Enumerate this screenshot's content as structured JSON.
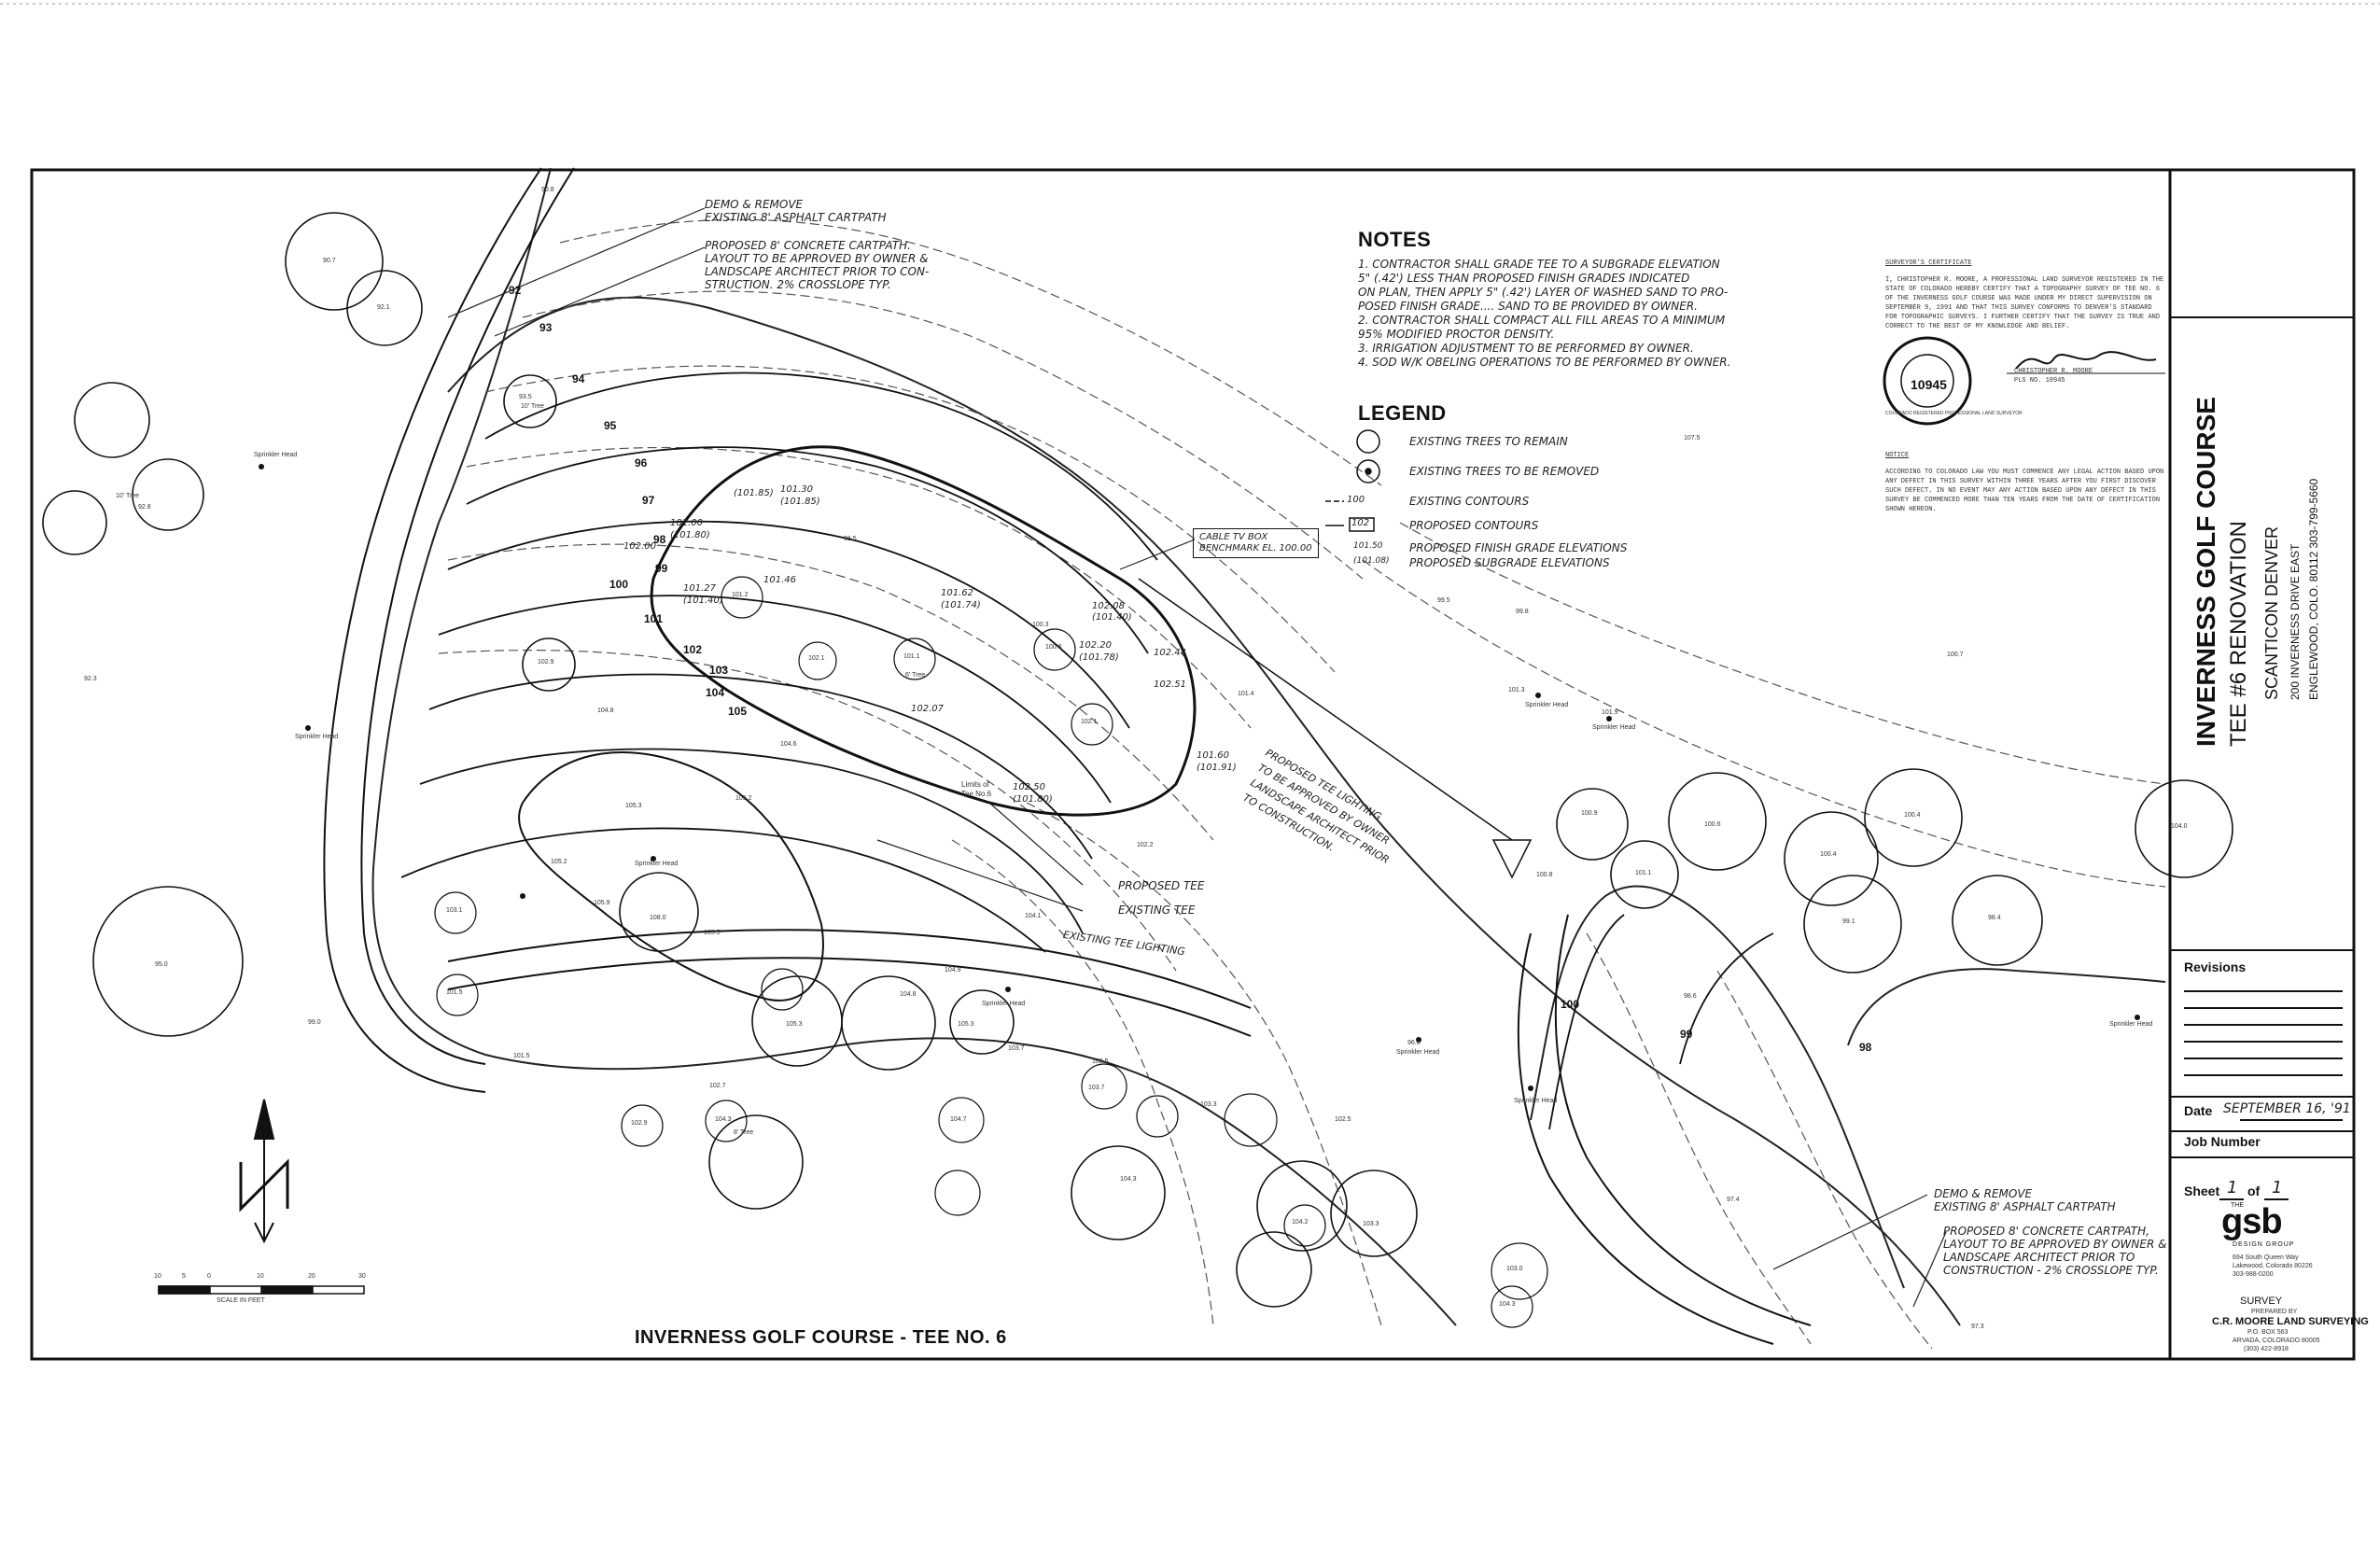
{
  "drawing_title": "INVERNESS GOLF COURSE - TEE NO. 6",
  "project": {
    "name": "INVERNESS GOLF COURSE",
    "subtitle": "TEE #6 RENOVATION",
    "client": "SCANTICON DENVER",
    "address": "200 INVERNESS DRIVE EAST",
    "city_phone": "ENGLEWOOD, COLO. 80112   303-799-5660"
  },
  "notes": {
    "heading": "NOTES",
    "items": [
      "1. CONTRACTOR SHALL GRADE TEE TO A SUBGRADE ELEVATION",
      "   5\" (.42') LESS THAN PROPOSED FINISH GRADES INDICATED",
      "   ON PLAN, THEN APPLY 5\" (.42') LAYER OF WASHED SAND TO PRO-",
      "   POSED FINISH GRADE.... SAND TO BE PROVIDED BY OWNER.",
      "2. CONTRACTOR SHALL COMPACT ALL FILL AREAS TO A MINIMUM",
      "   95% MODIFIED PROCTOR DENSITY.",
      "3. IRRIGATION ADJUSTMENT TO BE PERFORMED BY OWNER.",
      "4. SOD W/K OBELING OPERATIONS TO BE PERFORMED BY OWNER."
    ]
  },
  "legend": {
    "heading": "LEGEND",
    "items": [
      "EXISTING TREES TO REMAIN",
      "EXISTING TREES TO BE REMOVED",
      "EXISTING CONTOURS",
      "PROPOSED CONTOURS",
      "PROPOSED FINISH GRADE ELEVATIONS",
      "PROPOSED SUBGRADE ELEVATIONS"
    ],
    "symbols": [
      "100",
      "102",
      "101.50",
      "(101.08)"
    ]
  },
  "certificate": {
    "title": "SURVEYOR'S CERTIFICATE",
    "lines": [
      "I, CHRISTOPHER R. MOORE, A PROFESSIONAL LAND SURVEYOR REGISTERED IN THE",
      "STATE OF COLORADO HEREBY CERTIFY THAT A TOPOGRAPHY SURVEY OF TEE NO. 6",
      "OF THE INVERNESS GOLF COURSE WAS MADE UNDER MY DIRECT SUPERVISION ON",
      "SEPTEMBER 9, 1991 AND THAT THIS SURVEY CONFORMS TO DENVER'S STANDARD",
      "FOR TOPOGRAPHIC SURVEYS. I FURTHER CERTIFY THAT THE SURVEY IS TRUE AND",
      "CORRECT TO THE BEST OF MY KNOWLEDGE AND BELIEF."
    ],
    "seal_number": "10945",
    "seal_text": "COLORADO REGISTERED PROFESSIONAL LAND SURVEYOR",
    "signer_lines": [
      "CHRISTOPHER R. MOORE",
      "PLS NO. 10945"
    ],
    "notice_title": "NOTICE",
    "notice_lines": [
      "ACCORDING TO COLORADO LAW YOU MUST COMMENCE ANY LEGAL ACTION BASED UPON",
      "ANY DEFECT IN THIS SURVEY WITHIN THREE YEARS AFTER YOU FIRST DISCOVER",
      "SUCH DEFECT. IN NO EVENT MAY ANY ACTION BASED UPON ANY DEFECT IN THIS",
      "SURVEY BE COMMENCED MORE THAN TEN YEARS FROM THE DATE OF CERTIFICATION",
      "SHOWN HEREON."
    ]
  },
  "title_block": {
    "revisions_label": "Revisions",
    "date_label": "Date",
    "date_value": "SEPTEMBER 16, '91",
    "job_label": "Job Number",
    "sheet_label": "Sheet",
    "sheet_number": "1",
    "sheet_of": "of",
    "sheet_total": "1",
    "firm_small": "THE",
    "firm_logo": "gsb",
    "firm_sub": "DESIGN GROUP",
    "firm_address": [
      "694 South Queen Way",
      "Lakewood, Colorado 80226",
      "303-988-0200"
    ],
    "survey_heading": "SURVEY",
    "prepared_by": "PREPARED BY",
    "surveyor": "C.R. MOORE LAND SURVEYING",
    "surveyor_address": [
      "P.O. BOX 563",
      "ARVADA, COLORADO 80005",
      "(303) 422-8918"
    ]
  },
  "callouts": {
    "demo_top": [
      "DEMO & REMOVE",
      "EXISTING 8' ASPHALT CARTPATH"
    ],
    "prop_top": [
      "PROPOSED 8' CONCRETE CARTPATH.",
      "LAYOUT TO BE APPROVED BY OWNER &",
      "LANDSCAPE ARCHITECT PRIOR TO CON-",
      "STRUCTION. 2% CROSSLOPE TYP."
    ],
    "demo_bottom": [
      "DEMO & REMOVE",
      "EXISTING 8' ASPHALT CARTPATH"
    ],
    "prop_bottom": [
      "PROPOSED 8' CONCRETE CARTPATH,",
      "LAYOUT TO BE APPROVED BY OWNER &",
      "LANDSCAPE ARCHITECT PRIOR TO",
      "CONSTRUCTION - 2% CROSSLOPE TYP."
    ],
    "proposed_tee": "PROPOSED TEE",
    "existing_tee": "EXISTING TEE",
    "existing_tee_lights": "EXISTING TEE LIGHTING",
    "tee_lights": [
      "PROPOSED TEE LIGHTING",
      "TO BE APPROVED BY OWNER",
      "LANDSCAPE ARCHITECT PRIOR",
      "TO CONSTRUCTION."
    ],
    "cable_box": [
      "CABLE TV BOX",
      "BENCHMARK EL. 100.00"
    ],
    "limits": [
      "Limits of",
      "Tee No.6"
    ]
  },
  "scale": {
    "ticks": [
      "10",
      "5",
      "0",
      "10",
      "20",
      "30"
    ],
    "label": "SCALE IN FEET"
  },
  "contour_labels": [
    "92",
    "93",
    "94",
    "95",
    "96",
    "97",
    "98",
    "99",
    "100",
    "101",
    "102",
    "103",
    "104",
    "105",
    "100",
    "99",
    "98"
  ],
  "tree_labels": {
    "big": [
      "90.7",
      "92.1",
      "92.8",
      "95.0",
      "100.9",
      "100.6",
      "100.4",
      "100.4",
      "101.1",
      "99.1",
      "98.4",
      "104.0"
    ],
    "small": [
      "93.5",
      "102.9",
      "101.2",
      "102.1",
      "101.1",
      "102.1",
      "100.8",
      "105.9",
      "108.0",
      "103.1",
      "101.5",
      "105.3",
      "105.3",
      "102.9",
      "104.3",
      "104.7",
      "103.5",
      "103.7",
      "103.3",
      "102.5",
      "104.3",
      "104.2",
      "103.3",
      "103.0",
      "104.3"
    ],
    "kind": [
      "10' Tree",
      "8' Tree",
      "6' Tree"
    ]
  },
  "spot_elevations": [
    "90.8",
    "92.3",
    "98.5",
    "100.3",
    "101.4",
    "104.8",
    "104.6",
    "105.3",
    "105.2",
    "105.2",
    "104.1",
    "104.9",
    "104.8",
    "105.5",
    "99.0",
    "101.5",
    "102.7",
    "103.7",
    "102.2",
    "100.8",
    "98.6",
    "97.4",
    "97.3",
    "99.5",
    "99.8",
    "100.7",
    "107.5",
    "101.3",
    "101.9",
    "96.8"
  ],
  "grade_labels": [
    "(101.85)",
    "101.00",
    "(101.80)",
    "101.27",
    "(101.40)",
    "101.46",
    "101.30",
    "(101.85)",
    "102.00",
    "101.62",
    "(101.74)",
    "102.20",
    "(101.78)",
    "102.44",
    "102.51",
    "102.50",
    "(101.80)",
    "102.08",
    "(101.40)",
    "102.07",
    "101.60",
    "(101.91)"
  ],
  "sprinkler_label": "Sprinkler Head"
}
